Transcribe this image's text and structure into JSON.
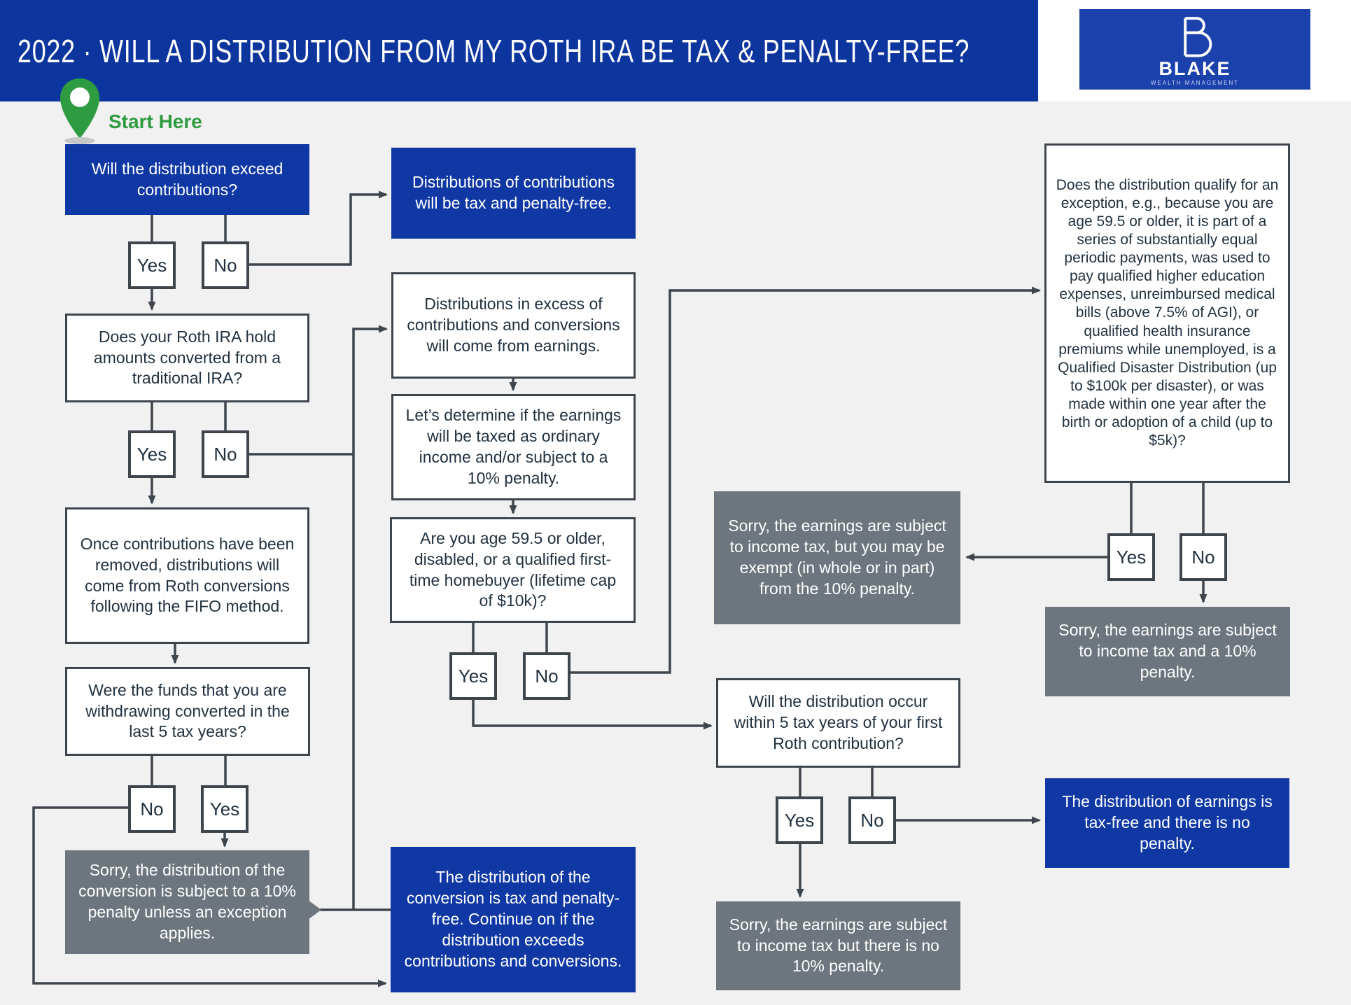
{
  "header": {
    "title": "2022 · WILL A DISTRIBUTION FROM MY ROTH IRA BE TAX & PENALTY-FREE?",
    "logo": {
      "name": "BLAKE",
      "tagline": "WEALTH MANAGEMENT"
    }
  },
  "start": {
    "label": "Start Here"
  },
  "labels": {
    "yes": "Yes",
    "no": "No"
  },
  "nodes": {
    "q_exceed": {
      "text": "Will the distribution exceed contributions?"
    },
    "contrib_free": {
      "text": "Distributions of contributions will be tax and penalty-free."
    },
    "q_hold": {
      "text": "Does your Roth IRA hold amounts converted from a traditional IRA?"
    },
    "fifo": {
      "text": "Once contributions have been removed, distributions will come from Roth conversions following the FIFO method."
    },
    "q_last5": {
      "text": "Were the funds that you are withdrawing converted in the last 5 tax years?"
    },
    "conv_penalty": {
      "text": "Sorry, the distribution of the conversion is subject to a 10% penalty unless an exception applies."
    },
    "conv_free": {
      "text": "The distribution of the conversion is tax and penalty-free. Continue on if the distribution exceeds contributions and conversions."
    },
    "excess": {
      "text": "Distributions in excess of contributions and conversions will come from earnings."
    },
    "determine": {
      "text": "Let’s determine if the earnings will be taxed as ordinary income and/or subject to a 10% penalty."
    },
    "q_age": {
      "text": "Are you age 59.5 or older, disabled, or a qualified first-time homebuyer (lifetime cap of $10k)?"
    },
    "q_exception": {
      "text": "Does the distribution qualify for an exception, e.g., because you are age 59.5 or older, it is part of a series of substantially equal periodic payments, was used to pay qualified higher education expenses, unreimbursed medical bills (above 7.5% of AGI), or qualified health insurance premiums while unemployed, is a Qualified Disaster Distribution (up to $100k per disaster), or was made within one year after the birth or adoption of a child (up to $5k)?"
    },
    "exempt": {
      "text": "Sorry, the earnings are subject to income tax, but you may be exempt (in whole or in part) from the 10% penalty."
    },
    "tax_penalty": {
      "text": "Sorry, the earnings are subject to income tax and a 10% penalty."
    },
    "q_5years": {
      "text": "Will the distribution occur within 5 tax years of your first Roth contribution?"
    },
    "tax_nopenalty": {
      "text": "Sorry, the earnings are subject to income tax but there is no 10% penalty."
    },
    "earnings_free": {
      "text": "The distribution of earnings is tax-free and there is no penalty."
    }
  },
  "colors": {
    "accent_blue": "#0D359E",
    "logo_blue": "#1B41AD",
    "end_gray": "#6D757E",
    "line_dark": "#3F454C",
    "start_green": "#2E9B41",
    "background": "#F1F1F1"
  }
}
